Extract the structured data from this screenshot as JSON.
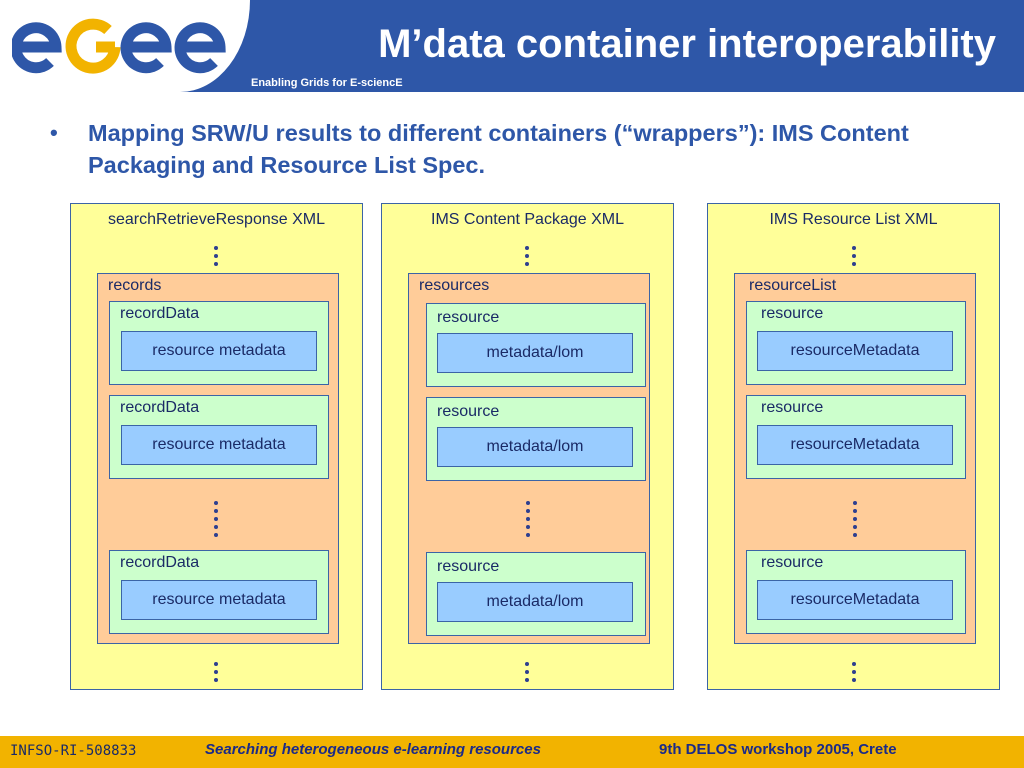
{
  "header": {
    "logo_text": "egee",
    "title": "M’data container interoperability",
    "subtitle": "Enabling Grids for E-sciencE"
  },
  "bullet": {
    "text": "Mapping SRW/U results to different containers (“wrappers”): IMS Content Packaging and Resource List Spec."
  },
  "columns": [
    {
      "title": "searchRetrieveResponse XML",
      "container": "records",
      "items": [
        {
          "label": "recordData",
          "meta": "resource metadata"
        },
        {
          "label": "recordData",
          "meta": "resource metadata"
        },
        {
          "label": "recordData",
          "meta": "resource metadata"
        }
      ]
    },
    {
      "title": "IMS Content Package XML",
      "container": "resources",
      "items": [
        {
          "label": "resource",
          "meta": "metadata/lom"
        },
        {
          "label": "resource",
          "meta": "metadata/lom"
        },
        {
          "label": "resource",
          "meta": "metadata/lom"
        }
      ]
    },
    {
      "title": "IMS Resource List XML",
      "container": "resourceList",
      "items": [
        {
          "label": "resource",
          "meta": "resourceMetadata"
        },
        {
          "label": "resource",
          "meta": "resourceMetadata"
        },
        {
          "label": "resource",
          "meta": "resourceMetadata"
        }
      ]
    }
  ],
  "footer": {
    "left": "INFSO-RI-508833",
    "middle": "Searching heterogeneous e-learning resources",
    "right": "9th DELOS workshop  2005, Crete"
  },
  "colors": {
    "header_blue": "#2e57a8",
    "column_fill": "#ffff99",
    "container_fill": "#ffcc99",
    "item_fill": "#ccffcc",
    "meta_fill": "#99ccff",
    "footer_fill": "#f2b300"
  }
}
